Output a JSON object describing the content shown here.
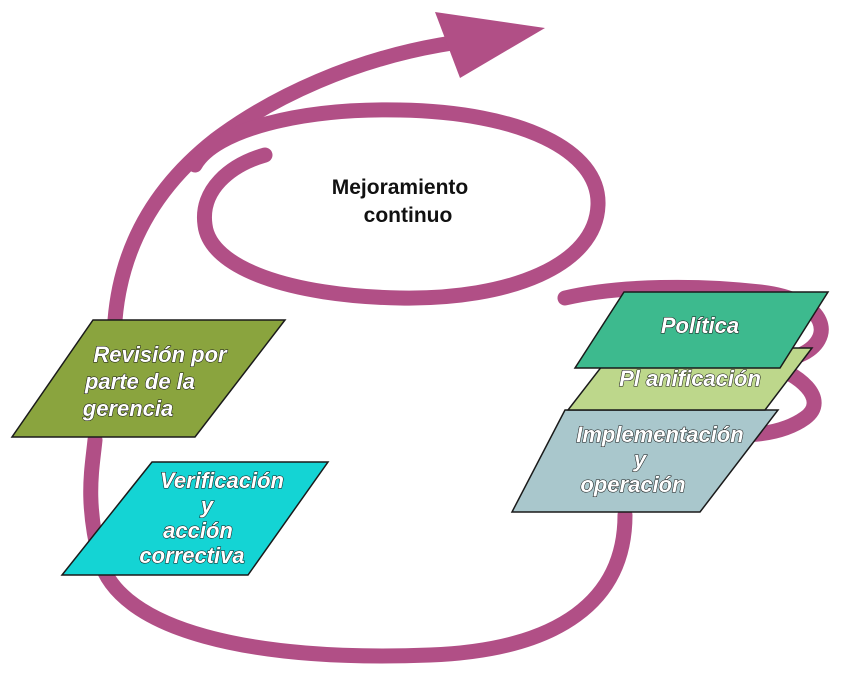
{
  "diagram": {
    "center": {
      "line1": "Mejoramiento",
      "line2": "continuo"
    },
    "steps": {
      "politica": {
        "label": "Política",
        "color": "#3dba8e"
      },
      "planificacion": {
        "label": "Pl anificación",
        "color": "#bdd78b"
      },
      "implementacion": {
        "line1": "Implementación",
        "line2": "y",
        "line3": "operación",
        "color": "#a9c7cc"
      },
      "verificacion": {
        "line1": "Verificación",
        "line2": "y",
        "line3": "acción",
        "line4": "correctiva",
        "color": "#14d4d4"
      },
      "revision": {
        "line1": "Revisión por",
        "line2": "parte de la",
        "line3": "gerencia",
        "color": "#8aa43e"
      }
    },
    "spiral_color": "#b14f86"
  }
}
